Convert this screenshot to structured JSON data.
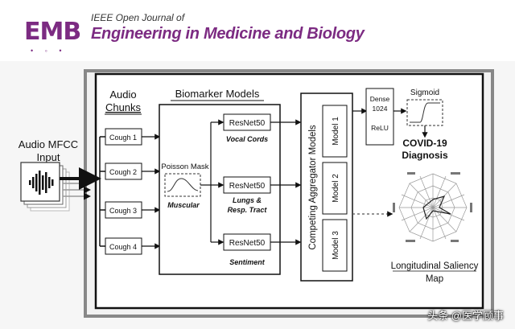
{
  "header": {
    "logo_text": "EMB",
    "journal_line1": "IEEE Open Journal of",
    "journal_line2": "Engineering in Medicine and Biology"
  },
  "diagram": {
    "input_label_1": "Audio MFCC",
    "input_label_2": "Input",
    "audio_chunks_title_1": "Audio",
    "audio_chunks_title_2": "Chunks",
    "coughs": [
      "Cough 1",
      "Cough 2",
      "Cough 3",
      "Cough 4"
    ],
    "biomarker_title": "Biomarker Models",
    "poisson_label": "Poisson Mask",
    "muscular_label": "Muscular",
    "resnets": [
      {
        "label": "ResNet50",
        "caption_1": "Vocal Cords",
        "caption_2": ""
      },
      {
        "label": "ResNet50",
        "caption_1": "Lungs &",
        "caption_2": "Resp. Tract"
      },
      {
        "label": "ResNet50",
        "caption_1": "Sentiment",
        "caption_2": ""
      }
    ],
    "aggregator_title": "Competing Aggregator Models",
    "models": [
      "Model 1",
      "Model 2",
      "Model 3"
    ],
    "dense_lines": [
      "Dense",
      "1024",
      "ReLU"
    ],
    "sigmoid_label": "Sigmoid",
    "diagnosis_1": "COVID-19",
    "diagnosis_2": "Diagnosis",
    "saliency_1": "Longitudinal Saliency",
    "saliency_2": "Map"
  },
  "watermark": "头条 @医学顾事",
  "colors": {
    "brand": "#7c2b82",
    "ink": "#111111",
    "panel": "#ffffff"
  }
}
